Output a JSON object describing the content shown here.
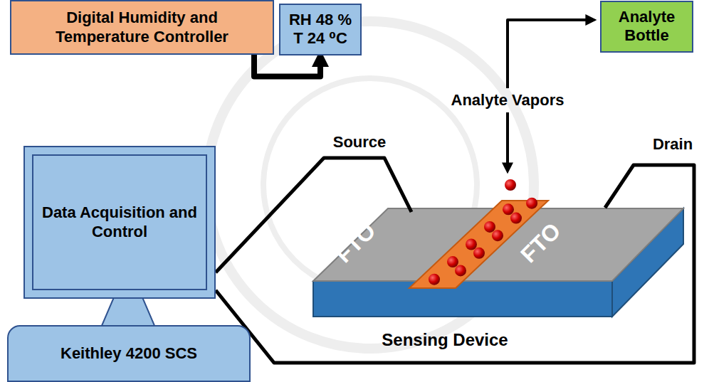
{
  "diagram": {
    "nodes": [
      {
        "text": [
          "Digital Humidity and Temperature Controller"
        ]
      },
      {
        "text": [
          "RH 48 % T 24 ⁰C"
        ]
      },
      {
        "text": [
          "Analyte Bottle"
        ]
      },
      {
        "text": [
          "Data Acquisition and Control"
        ]
      },
      {
        "text": [
          "Keithley 4200 SCS"
        ]
      }
    ],
    "edges": [
      {
        "from": 0,
        "to": 1,
        "arrow": "to"
      }
    ],
    "labels": [
      "Source",
      "Drain",
      "Analyte Vapors",
      "FTO",
      "FTO",
      "Sensing Device"
    ]
  }
}
